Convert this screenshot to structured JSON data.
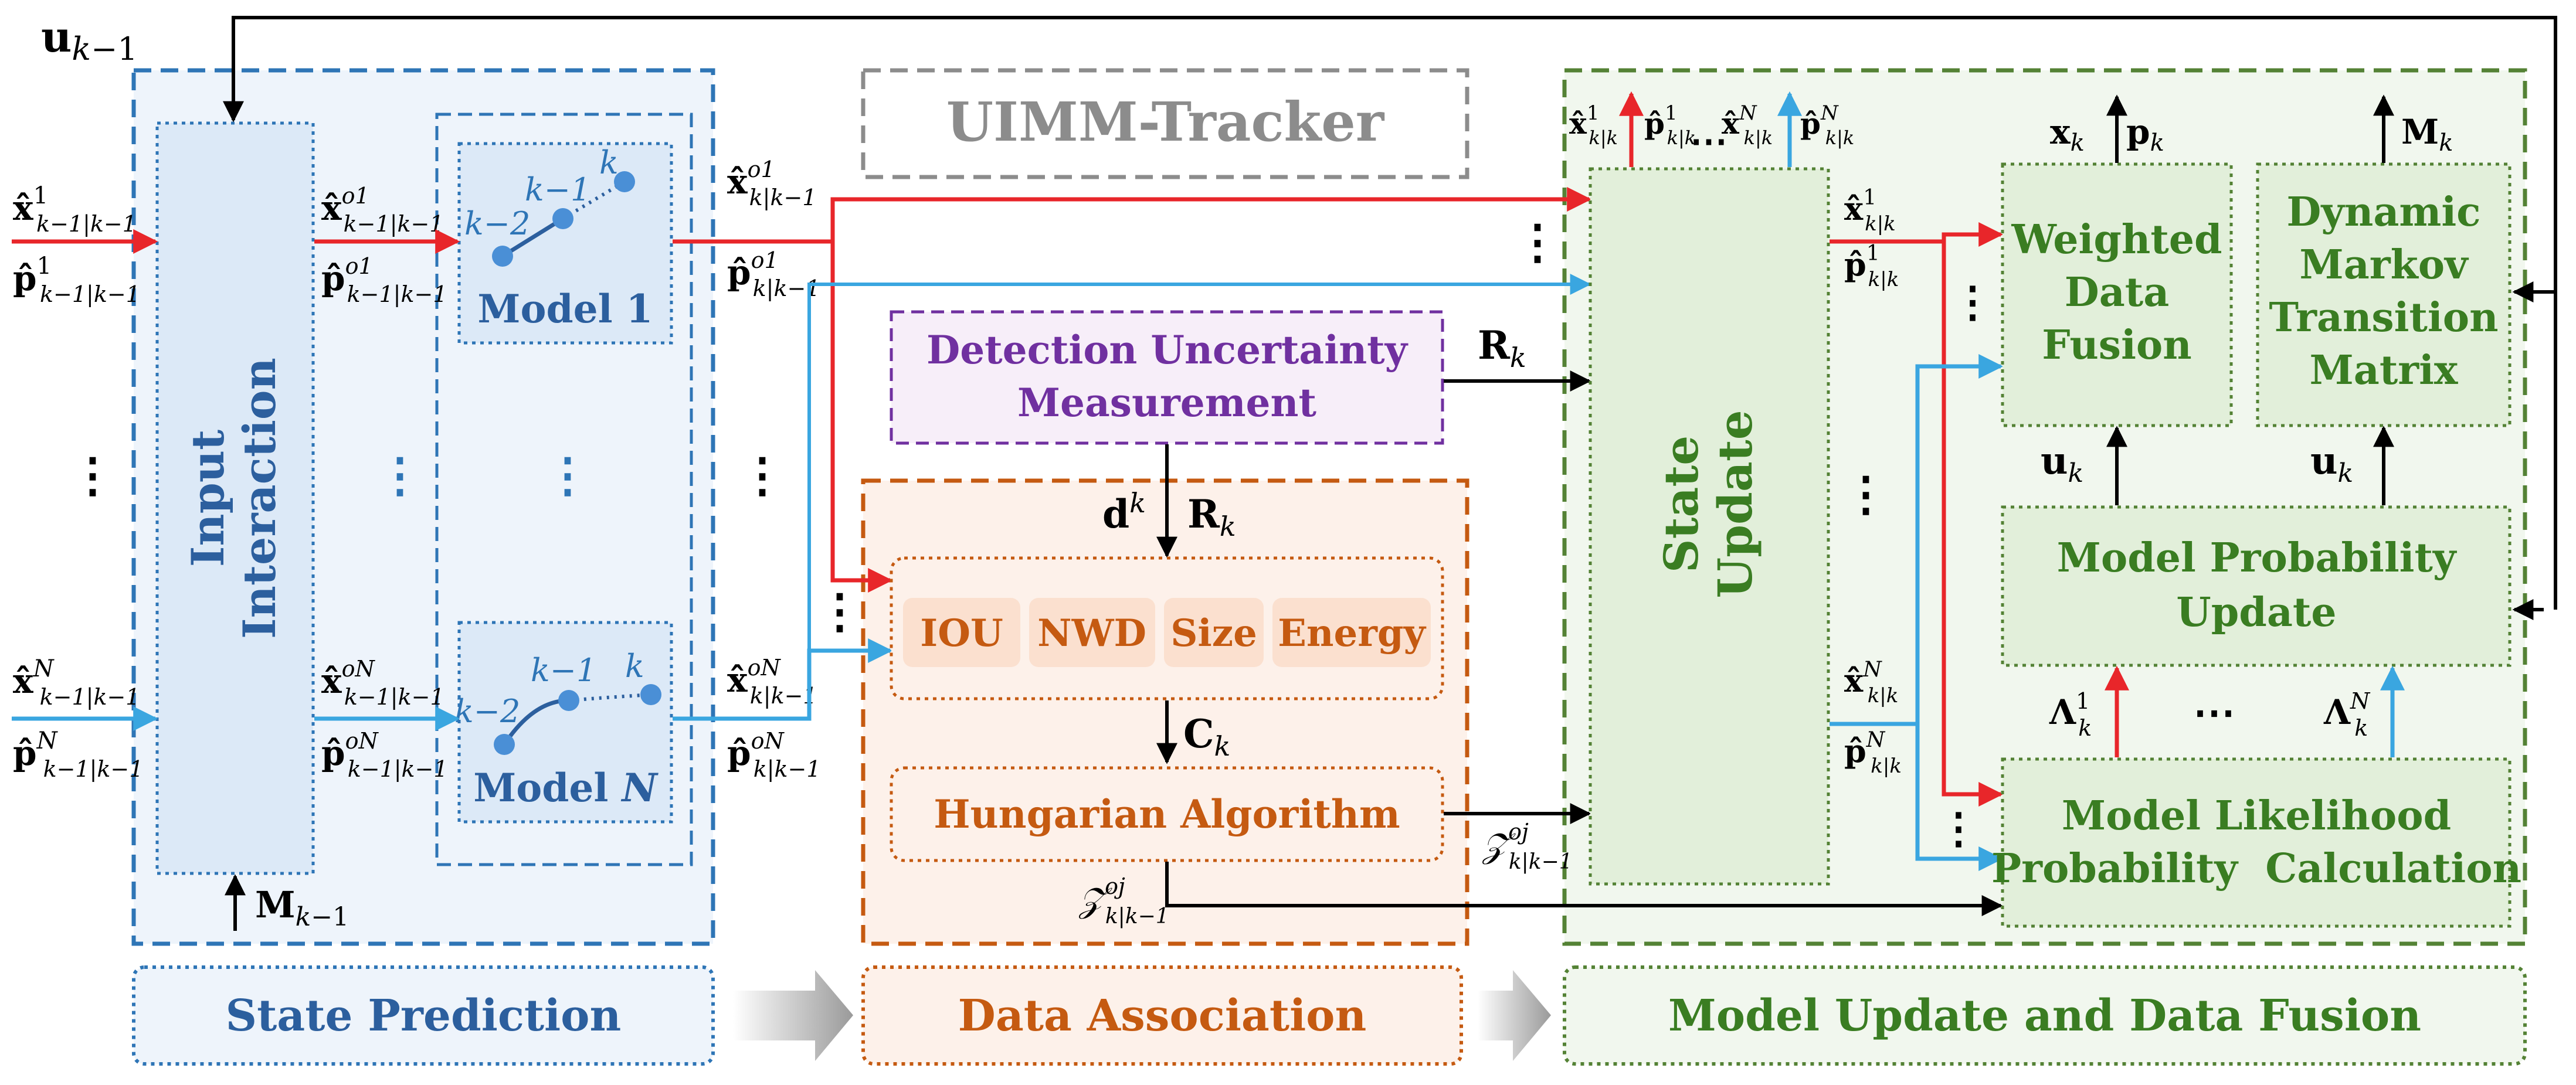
{
  "title": "UIMM-Tracker",
  "sections": {
    "state_prediction": "State Prediction",
    "data_association": "Data Association",
    "model_update": "Model Update and Data Fusion"
  },
  "blocks": {
    "input_interaction": [
      "Input",
      "Interaction"
    ],
    "model_1": "Model 1",
    "model_n_prefix": "Model ",
    "model_n_suffix": "N",
    "detection_uncertainty": [
      "Detection Uncertainty",
      "Measurement"
    ],
    "metrics": [
      "IOU",
      "NWD",
      "Size",
      "Energy"
    ],
    "hungarian": "Hungarian Algorithm",
    "state_update": [
      "State",
      "Update"
    ],
    "weighted_fusion": [
      "Weighted",
      "Data",
      "Fusion"
    ],
    "dynamic_markov": [
      "Dynamic",
      "Markov",
      "Transition",
      "Matrix"
    ],
    "model_probability": [
      "Model Probability",
      "Update"
    ],
    "model_likelihood": [
      "Model Likelihood",
      "Probability  Calculation"
    ]
  },
  "trajectory_labels": {
    "k2": "k−2",
    "k1": "k−1",
    "k": "k"
  },
  "dots": "⋮",
  "hdots": "⋯",
  "colors": {
    "blue_dark": "#2c5f9e",
    "blue_border": "#2e75b6",
    "blue_fill": "#dce9f7",
    "blue_light": "#eef4fb",
    "orange": "#c55a11",
    "orange_fill": "#fbe0cf",
    "orange_light": "#fdf1ea",
    "purple": "#7030a0",
    "purple_fill": "#f7eef9",
    "green": "#3a7d22",
    "green_border": "#548235",
    "green_fill": "#e2efda",
    "green_light": "#f1f7ee",
    "red_arrow": "#e8262a",
    "cyan_arrow": "#3aa6e0",
    "gray": "#8c8c8c"
  }
}
